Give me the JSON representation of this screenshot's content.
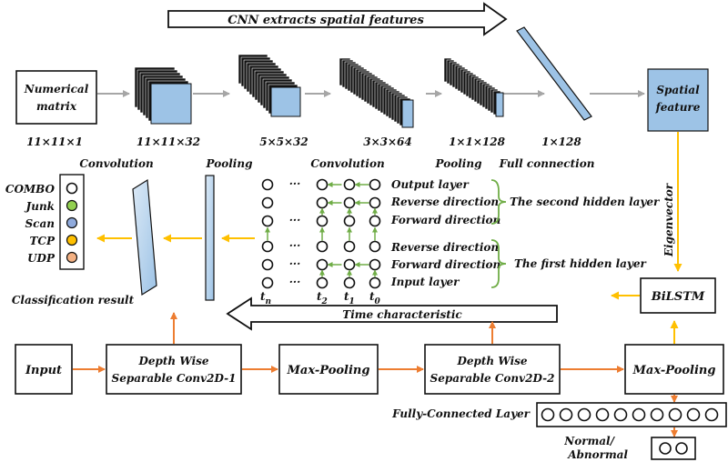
{
  "colors": {
    "blue": "#9dc3e6",
    "grey_arrow": "#a6a6a6",
    "orange": "#ed7d31",
    "yellow": "#ffc000",
    "green": "#70ad47",
    "class_green": "#92d050",
    "class_blue": "#8faadc",
    "class_yellow": "#ffc000",
    "class_orange": "#f4b183",
    "text": "#111111"
  },
  "top": {
    "cnn_arrow_label": "CNN extracts spatial features",
    "numerical_matrix": [
      "Numerical",
      "matrix"
    ],
    "spatial_feature": [
      "Spatial",
      "feature"
    ],
    "eigenvector": "Eigenvector",
    "dims": [
      "11×11×1",
      "11×11×32",
      "5×5×32",
      "3×3×64",
      "1×1×128",
      "1×128"
    ],
    "layer_labels": [
      "Convolution",
      "Pooling",
      "Convolution",
      "Pooling",
      "Full connection"
    ]
  },
  "bilstm": {
    "label": "BiLSTM",
    "time_arrow_label": "Time characteristic",
    "second_hidden": [
      "Output layer",
      "Reverse direction",
      "Forward direction"
    ],
    "second_hidden_label": "The second hidden layer",
    "first_hidden": [
      "Reverse direction",
      "Forward direction",
      "Input layer"
    ],
    "first_hidden_label": "The first hidden layer",
    "time_labels": [
      "n",
      "2",
      "1",
      "0"
    ],
    "ellipsis": "···"
  },
  "classification": {
    "classes": [
      "COMBO",
      "Junk",
      "Scan",
      "TCP",
      "UDP"
    ],
    "result_label": "Classification result"
  },
  "pipeline": {
    "input": "Input",
    "dwconv1": [
      "Depth Wise",
      "Separable Conv2D-1"
    ],
    "maxpool1": "Max-Pooling",
    "dwconv2": [
      "Depth Wise",
      "Separable Conv2D-2"
    ],
    "maxpool2": "Max-Pooling",
    "fc_label": "Fully-Connected Layer",
    "output_label": [
      "Normal/",
      "Abnormal"
    ]
  }
}
